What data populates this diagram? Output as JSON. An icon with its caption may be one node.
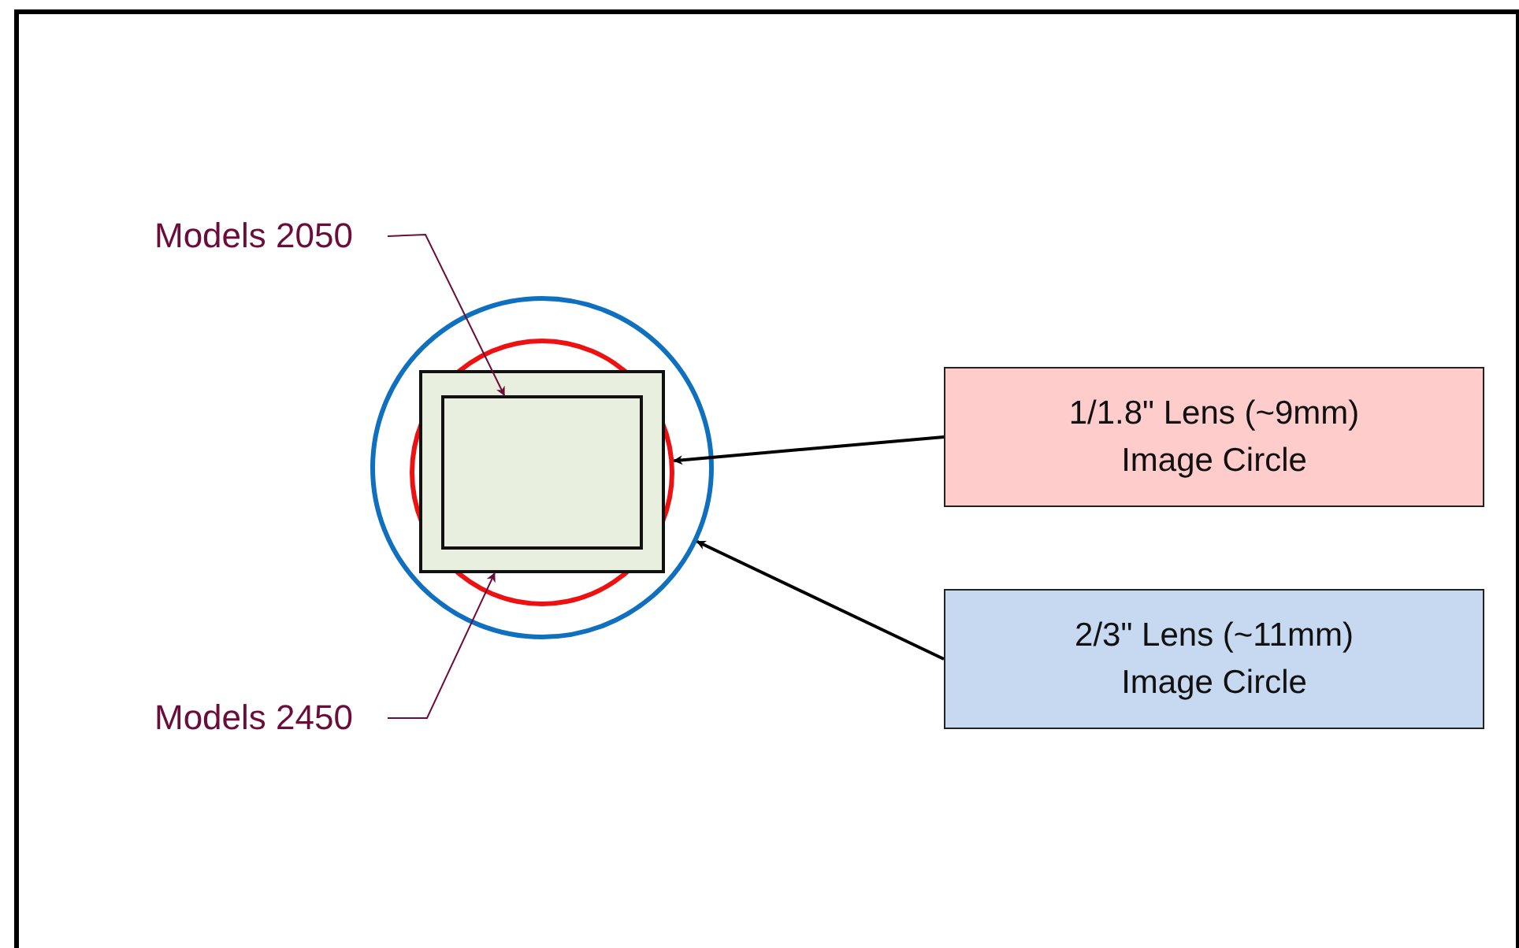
{
  "diagram": {
    "nodes": [
      {
        "text": [],
        "shape": "circle"
      },
      {
        "text": [],
        "shape": "circle",
        "in": 0
      },
      {
        "text": [],
        "shape": "box",
        "in": 1
      },
      {
        "text": [],
        "shape": "box",
        "in": 2
      },
      {
        "text": [
          "Models 2050"
        ]
      },
      {
        "text": [
          "Models 2450"
        ]
      },
      {
        "text": [
          "1/1.8\" Lens (~9mm) Image Circle"
        ]
      },
      {
        "text": [
          "2/3\" Lens (~11mm) Image Circle"
        ]
      }
    ],
    "edges": [
      {
        "from": 4,
        "to": 3,
        "arrow": "to",
        "color": "#6b0d3a"
      },
      {
        "from": 5,
        "to": 2,
        "arrow": "to",
        "color": "#6b0d3a"
      },
      {
        "from": 6,
        "to": 1,
        "arrow": "to",
        "color": "#000000"
      },
      {
        "from": 7,
        "to": 0,
        "arrow": "to",
        "color": "#000000"
      }
    ]
  }
}
